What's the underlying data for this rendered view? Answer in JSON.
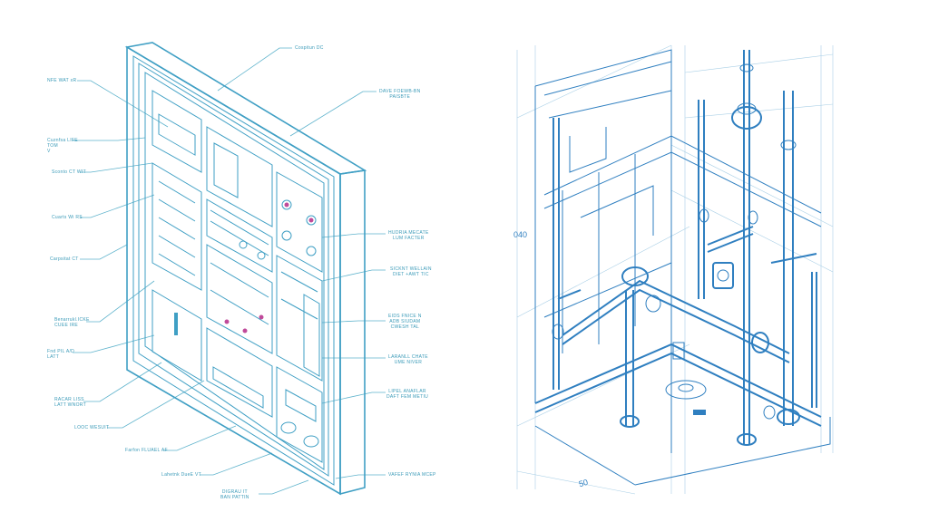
{
  "left_diagram": {
    "labels": [
      {
        "id": "l1",
        "text": "NFE WAT xR"
      },
      {
        "id": "l2",
        "text": "Cuznfsa LIFE\nTOM\nV"
      },
      {
        "id": "l3",
        "text": "Sconto CT WIT"
      },
      {
        "id": "l4",
        "text": "Cuarts Wi RS"
      },
      {
        "id": "l5",
        "text": "Carpsitat CT"
      },
      {
        "id": "l6",
        "text": "Benarrukl.ICKE\nCUEE IRE"
      },
      {
        "id": "l7",
        "text": "Fnd PIL A/D\nLATT"
      },
      {
        "id": "l8",
        "text": "RACAR LISS\nLATT WNORT"
      },
      {
        "id": "l9",
        "text": "LOOC WESUIT"
      },
      {
        "id": "l10",
        "text": "Farfon FLUAEL AF"
      },
      {
        "id": "l11",
        "text": "Lahetnk DueE VT"
      },
      {
        "id": "l12",
        "text": "DIGRAU IT\nBAN PATTIN"
      },
      {
        "id": "r1",
        "text": "Cospitun DC"
      },
      {
        "id": "r2",
        "text": "DAVE FOEWB-BN\nPAISBTE"
      },
      {
        "id": "r3",
        "text": "HUDRIA MECATE\nLUM FACTER"
      },
      {
        "id": "r4",
        "text": "SICKNT WELLAIN\nDIET +AWT TIC"
      },
      {
        "id": "r5",
        "text": "EIDS FNICE N\nADB SIUDAM\nCWESH TAL"
      },
      {
        "id": "r6",
        "text": "LARANLL CHATE\nUME NIVER"
      },
      {
        "id": "r7",
        "text": "LIPEL ANAFLAR\nDAFT FEM METIU"
      },
      {
        "id": "r8",
        "text": "VAFEF RYNIA MCEP"
      }
    ]
  },
  "right_diagram": {
    "dimension_left": "040",
    "dimension_bottom": "50"
  },
  "colors": {
    "panel_line": "#3f9fc4",
    "plumbing_line": "#2f7fc0",
    "grid": "#a9cfe6",
    "accent": "#c04a9a"
  }
}
